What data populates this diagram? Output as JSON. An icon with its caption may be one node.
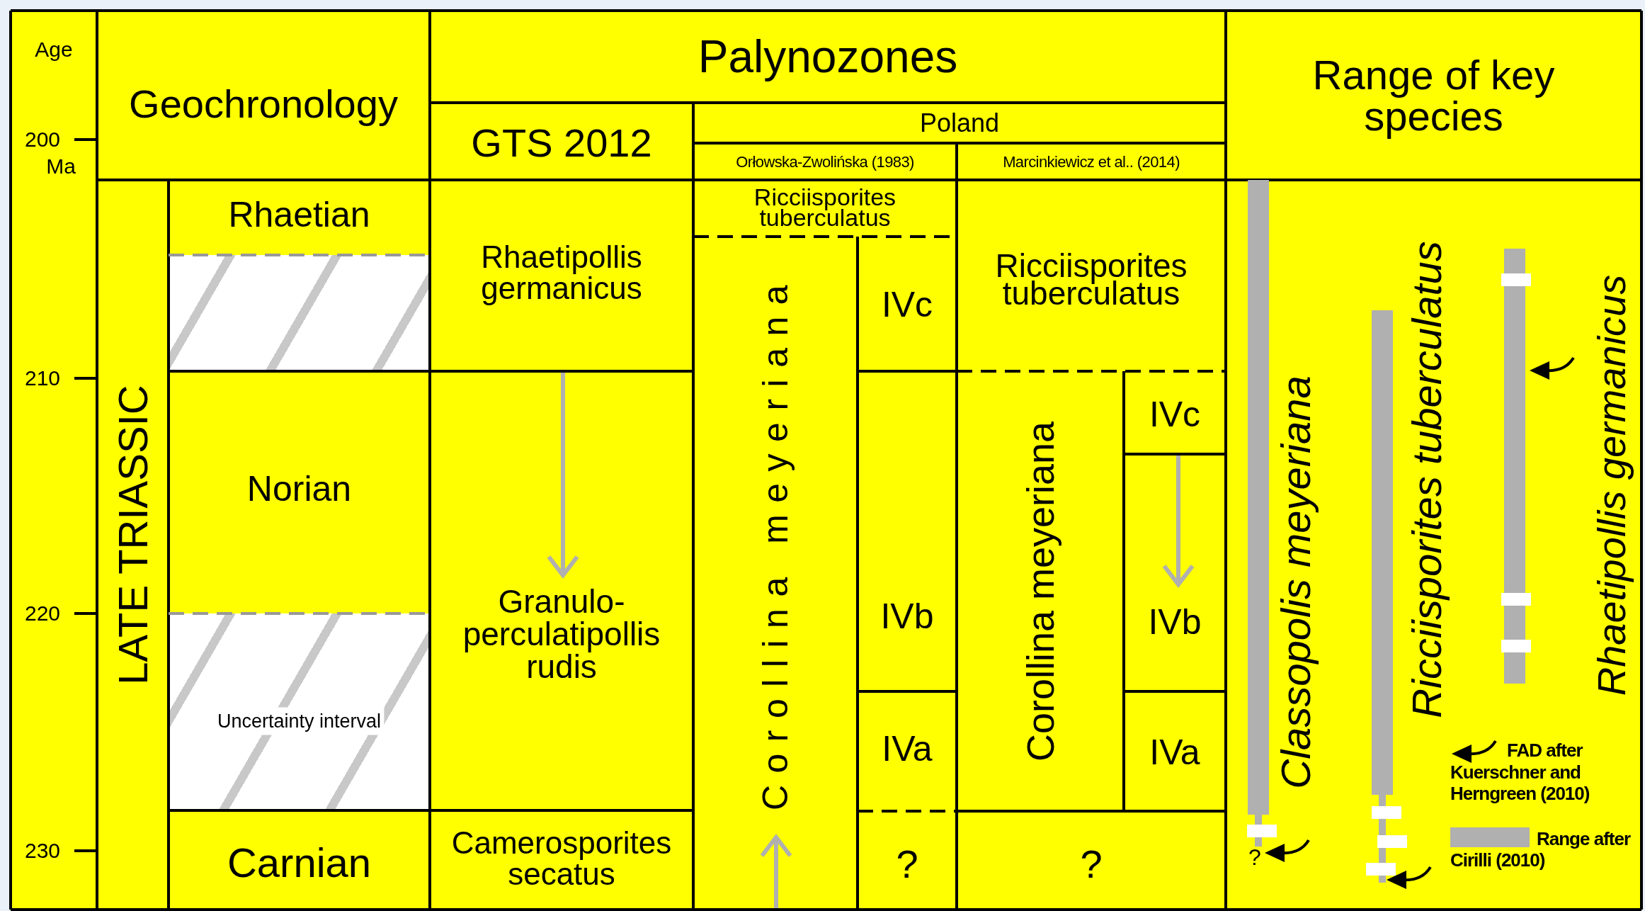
{
  "diagram": {
    "nodes": [
      {
        "text": [
          "Geochronology"
        ]
      },
      {
        "text": [
          "Palynozones"
        ]
      },
      {
        "text": [
          "Range of key species"
        ]
      },
      {
        "text": [
          "GTS 2012"
        ]
      },
      {
        "text": [
          "Poland"
        ]
      },
      {
        "text": [
          "Orłowska-Zwolińska (1983)"
        ]
      },
      {
        "text": [
          "Marcinkiewicz et al.. (2014)"
        ]
      },
      {
        "text": [
          "LATE TRIASSIC"
        ]
      },
      {
        "text": [
          "Rhaetian"
        ]
      },
      {
        "text": [],
        "shape": "box"
      },
      {
        "text": [
          "Rhaetipollis germanicus"
        ]
      },
      {
        "text": [
          "Ricciisporites tuberculatus"
        ]
      },
      {
        "text": [
          "Corollina meyeriana"
        ]
      },
      {
        "text": [
          "IVc"
        ]
      },
      {
        "text": [
          "Ricciisporites tuberculatus"
        ]
      },
      {
        "text": [
          "Norian"
        ]
      },
      {
        "text": [
          "Uncertainty interval"
        ]
      },
      {
        "text": [
          "Granulo-perculatipollis rudis"
        ]
      },
      {
        "text": [
          "Corollina meyeriana"
        ]
      },
      {
        "text": [
          "IVc"
        ]
      },
      {
        "text": [
          "IVb"
        ]
      },
      {
        "text": [
          "IVb"
        ]
      },
      {
        "text": [
          "IVa"
        ]
      },
      {
        "text": [
          "IVa"
        ]
      },
      {
        "text": [
          "Carnian"
        ]
      },
      {
        "text": [
          "Camerosporites secatus"
        ]
      },
      {
        "text": [
          "?"
        ]
      },
      {
        "text": [
          "?"
        ]
      }
    ],
    "edges": [
      {
        "from": 10,
        "to": 17,
        "arrow": "to"
      },
      {
        "from": 19,
        "to": 21,
        "arrow": "to"
      }
    ],
    "labels": [
      "Age",
      "200",
      "Ma",
      "210",
      "220",
      "230",
      "Classopolis meyeriana",
      "?",
      "Ricciisporites tuberculatus",
      "Rhaetipollis germanicus"
    ],
    "legend": [
      {
        "text": "FAD after Kuerschner and Herngreen (2010)"
      },
      {
        "text": "Range after Cirilli (2010)",
        "color": "#b0b0b0"
      }
    ]
  }
}
